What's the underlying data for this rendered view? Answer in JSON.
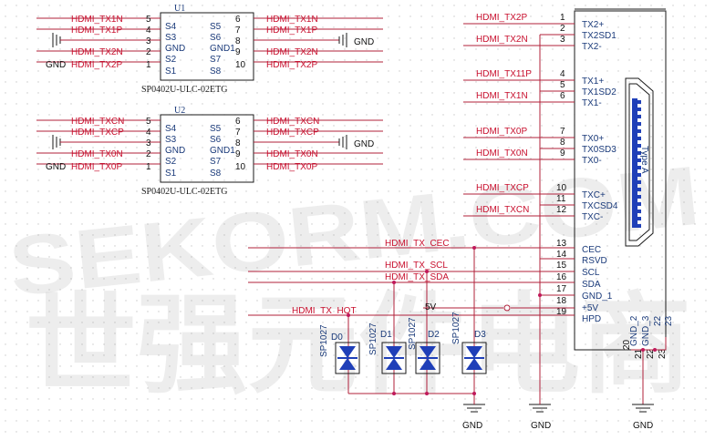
{
  "ic_u1": {
    "ref": "U1",
    "part": "SP0402U-ULC-02ETG",
    "left_nets": [
      "HDMI_TX1N",
      "HDMI_TX1P",
      "",
      "HDMI_TX2N",
      "HDMI_TX2P"
    ],
    "left_nums": [
      "5",
      "4",
      "3",
      "2",
      "1"
    ],
    "left_names": [
      "S4",
      "S3",
      "GND",
      "S2",
      "S1"
    ],
    "right_nums": [
      "6",
      "7",
      "8",
      "9",
      "10"
    ],
    "right_names": [
      "S5",
      "S6",
      "GND1",
      "S7",
      "S8"
    ],
    "right_nets": [
      "HDMI_TX1N",
      "HDMI_TX1P",
      "",
      "HDMI_TX2N",
      "HDMI_TX2P"
    ],
    "left_gnd": "GND",
    "right_gnd": "GND"
  },
  "ic_u2": {
    "ref": "U2",
    "part": "SP0402U-ULC-02ETG",
    "left_nets": [
      "HDMI_TXCN",
      "HDMI_TXCP",
      "",
      "HDMI_TX0N",
      "HDMI_TX0P"
    ],
    "left_nums": [
      "5",
      "4",
      "3",
      "2",
      "1"
    ],
    "left_names": [
      "S4",
      "S3",
      "GND",
      "S2",
      "S1"
    ],
    "right_nums": [
      "6",
      "7",
      "8",
      "9",
      "10"
    ],
    "right_names": [
      "S5",
      "S6",
      "GND1",
      "S7",
      "S8"
    ],
    "right_nets": [
      "HDMI_TXCN",
      "HDMI_TXCP",
      "",
      "HDMI_TX0N",
      "HDMI_TX0P"
    ],
    "left_gnd": "GND",
    "right_gnd": "GND"
  },
  "connector": {
    "orientation_label": "Type A",
    "pins": [
      {
        "net": "HDMI_TX2P",
        "num": "1",
        "name": "TX2+"
      },
      {
        "net": "",
        "num": "2",
        "name": "TX2SD1"
      },
      {
        "net": "HDMI_TX2N",
        "num": "3",
        "name": "TX2-"
      },
      {
        "net": "HDMI_TX11P",
        "num": "4",
        "name": "TX1+"
      },
      {
        "net": "",
        "num": "5",
        "name": "TX1SD2"
      },
      {
        "net": "HDMI_TX1N",
        "num": "6",
        "name": "TX1-"
      },
      {
        "net": "HDMI_TX0P",
        "num": "7",
        "name": "TX0+"
      },
      {
        "net": "",
        "num": "8",
        "name": "TX0SD3"
      },
      {
        "net": "HDMI_TX0N",
        "num": "9",
        "name": "TX0-"
      },
      {
        "net": "HDMI_TXCP",
        "num": "10",
        "name": "TXC+"
      },
      {
        "net": "",
        "num": "11",
        "name": "TXCSD4"
      },
      {
        "net": "HDMI_TXCN",
        "num": "12",
        "name": "TXC-"
      },
      {
        "net": "HDMI_TX_CEC",
        "num": "13",
        "name": "CEC"
      },
      {
        "net": "",
        "num": "14",
        "name": "RSVD"
      },
      {
        "net": "HDMI_TX_SCL",
        "num": "15",
        "name": "SCL"
      },
      {
        "net": "HDMI_TX_SDA",
        "num": "16",
        "name": "SDA"
      },
      {
        "net": "",
        "num": "17",
        "name": "GND_1"
      },
      {
        "net": "",
        "num": "18",
        "name": "+5V"
      },
      {
        "net": "HDMI_TX_HOT",
        "num": "19",
        "name": "HPD"
      }
    ],
    "bottom_names": [
      "GND_2",
      "GND_3"
    ],
    "bottom_side_nums": [
      "22",
      "23"
    ],
    "bottom_pins": [
      "20",
      "21",
      "22",
      "23"
    ],
    "five_volt": "5V"
  },
  "diodes": [
    {
      "ref": "D0",
      "part": "SP1027"
    },
    {
      "ref": "D1",
      "part": "SP1027"
    },
    {
      "ref": "D2",
      "part": "SP1027"
    },
    {
      "ref": "D3",
      "part": "SP1027"
    }
  ],
  "grounds": [
    "GND",
    "GND",
    "GND"
  ],
  "watermark": {
    "line1": "SEKORM.COM",
    "line2": "世强元件电商"
  }
}
